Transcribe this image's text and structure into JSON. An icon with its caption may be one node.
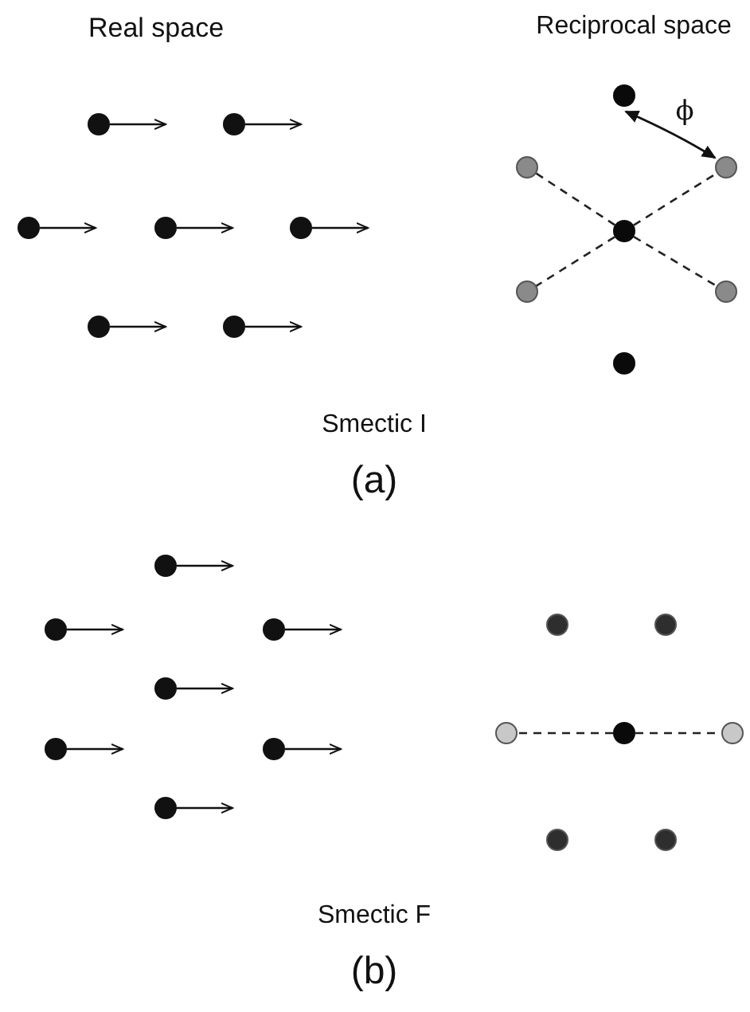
{
  "diagram": {
    "nodes": [
      {
        "text": [],
        "shape": "circle"
      },
      {
        "text": [],
        "shape": "circle"
      },
      {
        "text": [],
        "shape": "circle"
      },
      {
        "text": [],
        "shape": "circle"
      },
      {
        "text": [],
        "shape": "circle"
      },
      {
        "text": [],
        "shape": "circle"
      },
      {
        "text": [],
        "shape": "circle"
      },
      {
        "text": [],
        "shape": "circle"
      },
      {
        "text": [],
        "shape": "circle"
      },
      {
        "text": [],
        "shape": "circle"
      },
      {
        "text": [],
        "shape": "circle"
      },
      {
        "text": [],
        "shape": "circle"
      },
      {
        "text": [],
        "shape": "circle"
      },
      {
        "text": [],
        "shape": "circle"
      }
    ],
    "edges": [
      {
        "from": 3,
        "to": 1,
        "arrow": "none",
        "style": "dashed"
      },
      {
        "from": 3,
        "to": 2,
        "arrow": "none",
        "style": "dashed"
      },
      {
        "from": 3,
        "to": 4,
        "arrow": "none",
        "style": "dashed"
      },
      {
        "from": 3,
        "to": 5,
        "arrow": "none",
        "style": "dashed"
      },
      {
        "from": 10,
        "to": 9,
        "arrow": "none",
        "style": "dashed"
      },
      {
        "from": 10,
        "to": 11,
        "arrow": "none",
        "style": "dashed"
      },
      {
        "from": 0,
        "to": 2,
        "arrow": "both",
        "label": "ϕ"
      }
    ],
    "labels": [
      "Real space",
      "Reciprocal space",
      "Smectic I",
      "(a)",
      "Smectic F",
      "(b)"
    ]
  }
}
